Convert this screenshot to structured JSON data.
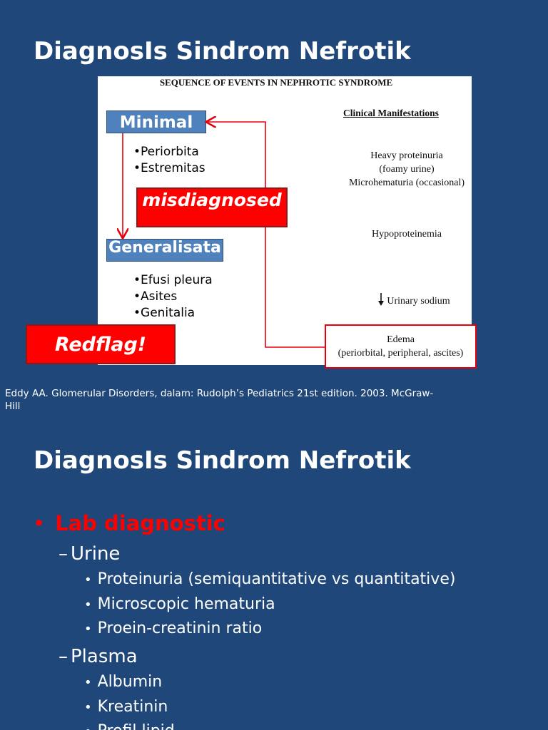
{
  "slide1": {
    "title": "DiagnosIs Sindrom Nefrotik",
    "figure": {
      "heading": "SEQUENCE OF EVENTS IN NEPHROTIC SYNDROME",
      "manifestations_heading": "Clinical Manifestations",
      "proteinuria_lines": [
        "Heavy proteinuria",
        "(foamy urine)",
        "Microhematuria (occasional)"
      ],
      "hypoproteinemia": "Hypoproteinemia",
      "urinary_sodium": "Urinary sodium",
      "urinary_sodium_arrow": "down-arrow-icon",
      "edema_lines": [
        "Edema",
        "(periorbital, peripheral, ascites)"
      ]
    },
    "stages": {
      "minimal": "Minimal",
      "minimal_items": [
        "•Periorbita",
        "•Estremitas"
      ],
      "generalisata": "Generalisata",
      "generalisata_items": [
        "•Efusi pleura",
        "•Asites",
        "•Genitalia"
      ]
    },
    "callouts": {
      "misdiagnosed": "misdiagnosed",
      "redflag": "Redflag!"
    },
    "citation": "Eddy AA. Glomerular Disorders, dalam: Rudolph’s Pediatrics 21st edition. 2003. McGraw-Hill"
  },
  "slide2": {
    "title": "DiagnosIs Sindrom Nefrotik",
    "bullet": "Lab diagnostic",
    "urine_label": "Urine",
    "urine_items": [
      "Proteinuria (semiquantitative vs quantitative)",
      "Microscopic hematuria",
      "Proein-creatinin ratio"
    ],
    "plasma_label": "Plasma",
    "plasma_items": [
      "Albumin",
      "Kreatinin",
      "Profil lipid"
    ]
  },
  "colors": {
    "background": "#1f4779",
    "stage_box": "#4f81bd",
    "callout_red": "#ff0000",
    "connector": "#e8000c",
    "bullet_red": "#ff0000"
  }
}
